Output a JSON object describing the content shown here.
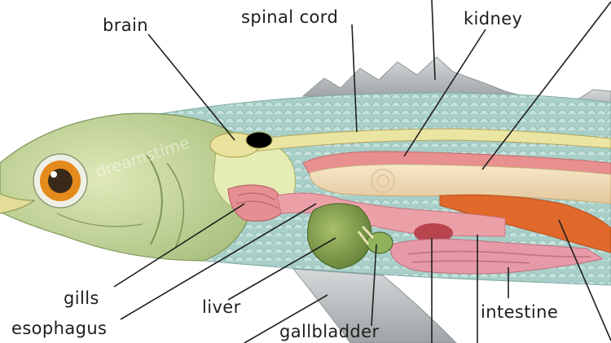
{
  "labels": {
    "brain": "brain",
    "spinal_cord": "spinal cord",
    "kidney": "kidney",
    "gills": "gills",
    "liver": "liver",
    "esophagus": "esophagus",
    "gallbladder": "gallbladder",
    "intestine": "intestine"
  },
  "colors": {
    "scales": "#a9cfc9",
    "head": "#c9dca4",
    "spinal_cord": "#e9e6a8",
    "kidney": "#e88f8f",
    "swim_bladder": "#efd9b6",
    "liver": "#7f9b4c",
    "gills": "#e58f92",
    "intestine": "#e69aa8",
    "spleen": "#e06a2c",
    "fins": "#b9bec0"
  },
  "icons": {
    "watermark": "dreamstime-watermark"
  }
}
